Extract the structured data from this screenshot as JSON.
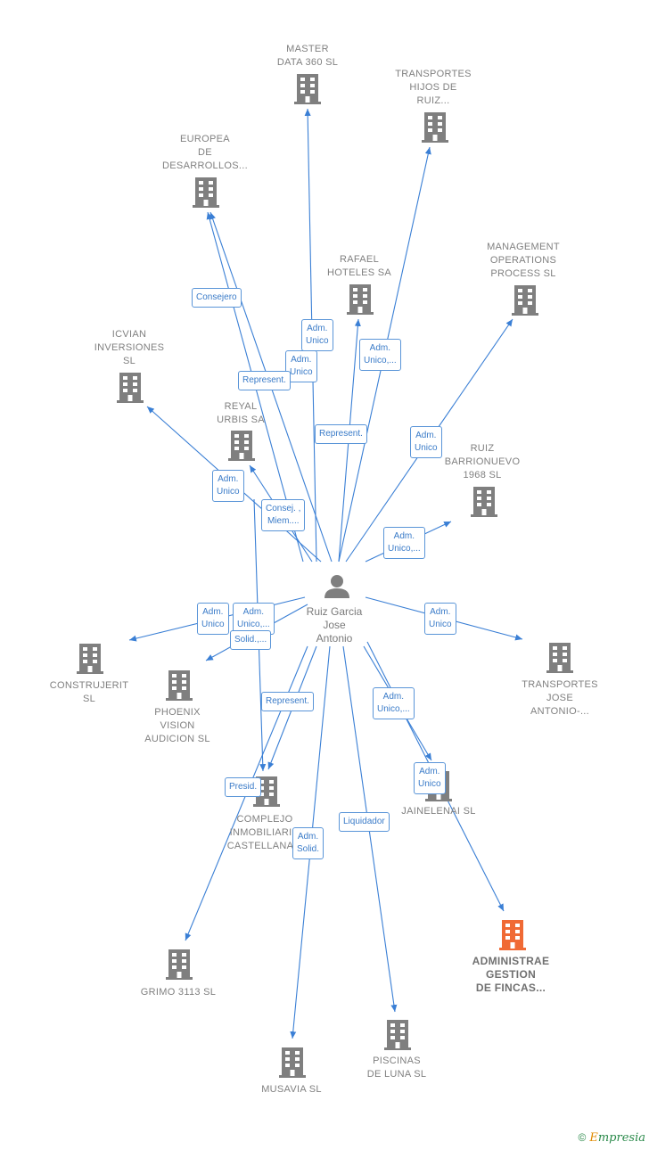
{
  "center": {
    "name": "Ruiz Garcia\nJose\nAntonio",
    "icon": "person-icon"
  },
  "nodes": [
    {
      "id": "master",
      "label": "MASTER\nDATA 360  SL"
    },
    {
      "id": "transportes_hijos",
      "label": "TRANSPORTES\nHIJOS DE\nRUIZ..."
    },
    {
      "id": "europea",
      "label": "EUROPEA\nDE\nDESARROLLOS..."
    },
    {
      "id": "rafael",
      "label": "RAFAEL\nHOTELES SA"
    },
    {
      "id": "management",
      "label": "MANAGEMENT\nOPERATIONS\nPROCESS SL"
    },
    {
      "id": "icvian",
      "label": "ICVIAN\nINVERSIONES\nSL"
    },
    {
      "id": "reyal",
      "label": "REYAL\nURBIS SA"
    },
    {
      "id": "ruiz_barrionuevo",
      "label": "RUIZ\nBARRIONUEVO\n1968  SL"
    },
    {
      "id": "construjerit",
      "label": "CONSTRUJERIT\nSL"
    },
    {
      "id": "phoenix",
      "label": "PHOENIX\nVISION\nAUDICION SL"
    },
    {
      "id": "transportes_jose",
      "label": "TRANSPORTES\nJOSE\nANTONIO-..."
    },
    {
      "id": "complejo",
      "label": "COMPLEJO\nINMOBILIARIO\nCASTELLANA..."
    },
    {
      "id": "jainelenai",
      "label": "JAINELENAI SL"
    },
    {
      "id": "administrae",
      "label": "ADMINISTRAE\nGESTION\nDE FINCAS...",
      "highlight": true
    },
    {
      "id": "grimo",
      "label": "GRIMO 3113 SL"
    },
    {
      "id": "musavia",
      "label": "MUSAVIA  SL"
    },
    {
      "id": "piscinas",
      "label": "PISCINAS\nDE LUNA SL"
    }
  ],
  "edge_labels": [
    {
      "id": "consejero",
      "text": "Consejero"
    },
    {
      "id": "adm_unico_master",
      "text": "Adm.\nUnico"
    },
    {
      "id": "adm_unico_rafael",
      "text": "Adm.\nUnico"
    },
    {
      "id": "represent_europea",
      "text": "Represent."
    },
    {
      "id": "adm_unico_transportes",
      "text": "Adm.\nUnico,..."
    },
    {
      "id": "represent_rafael",
      "text": "Represent."
    },
    {
      "id": "adm_unico_management",
      "text": "Adm.\nUnico"
    },
    {
      "id": "adm_unico_icvian",
      "text": "Adm.\nUnico"
    },
    {
      "id": "consej_miem",
      "text": "Consej. ,\nMiem...."
    },
    {
      "id": "adm_unico_ruiz",
      "text": "Adm.\nUnico,..."
    },
    {
      "id": "adm_unico_construjerit",
      "text": "Adm.\nUnico"
    },
    {
      "id": "adm_unico_phoenix",
      "text": "Adm.\nUnico,..."
    },
    {
      "id": "solid",
      "text": "Solid.,..."
    },
    {
      "id": "adm_unico_tja",
      "text": "Adm.\nUnico"
    },
    {
      "id": "represent_complejo",
      "text": "Represent."
    },
    {
      "id": "adm_unico_jainelenai",
      "text": "Adm.\nUnico,..."
    },
    {
      "id": "adm_unico_administrae",
      "text": "Adm.\nUnico"
    },
    {
      "id": "presid",
      "text": "Presid."
    },
    {
      "id": "liquidador",
      "text": "Liquidador"
    },
    {
      "id": "adm_solid",
      "text": "Adm.\nSolid."
    }
  ],
  "colors": {
    "edge": "#3a7fd5",
    "building": "#7f7f7f",
    "building_highlight": "#f06a35",
    "person": "#7f7f7f"
  },
  "brand": {
    "copyright": "©",
    "initial": "E",
    "rest": "mpresia"
  }
}
